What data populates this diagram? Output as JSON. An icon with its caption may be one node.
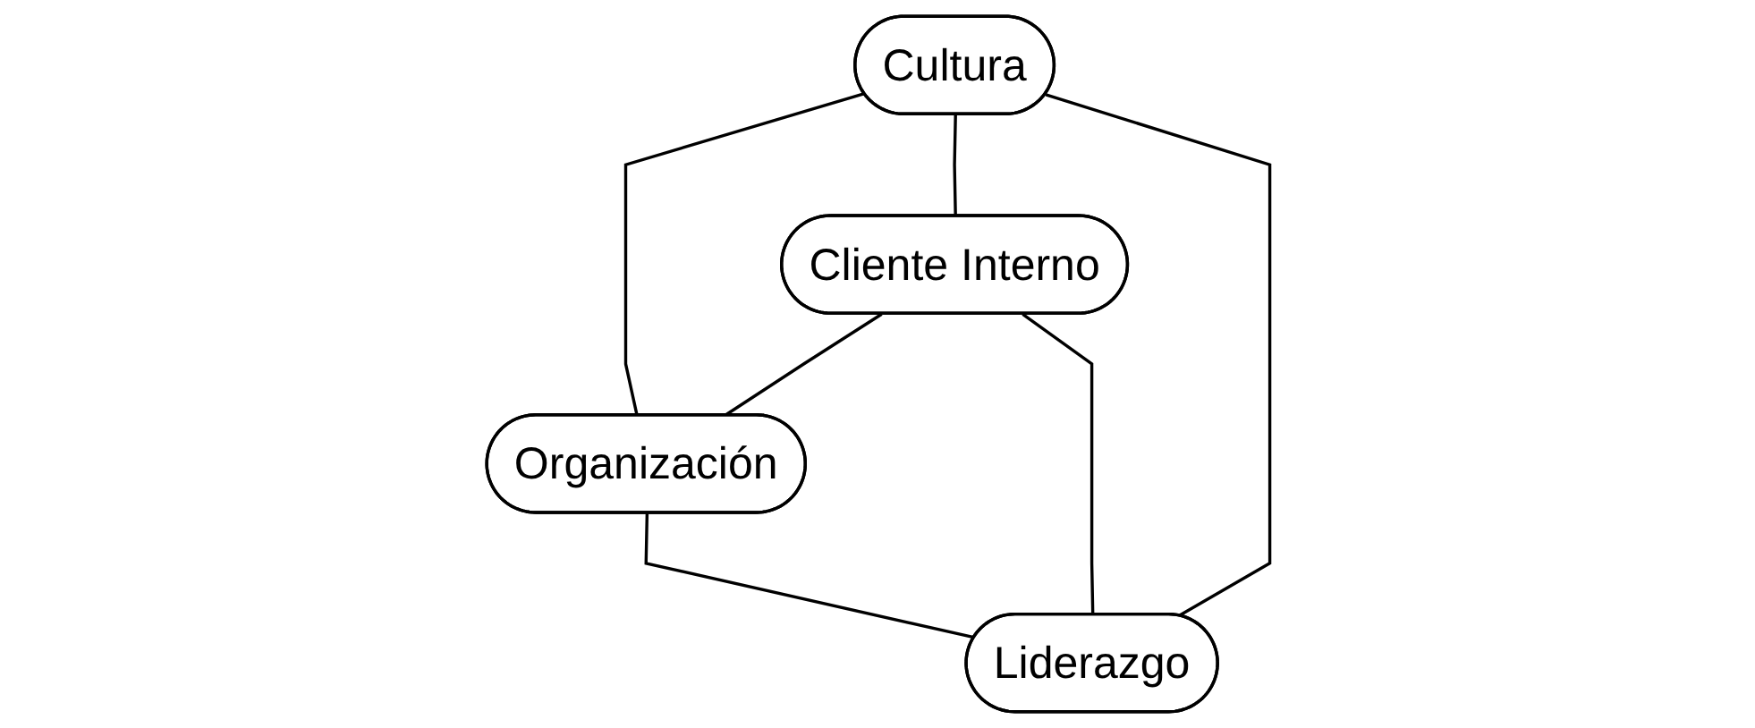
{
  "diagram": {
    "nodes": [
      {
        "text": [
          "Cultura"
        ]
      },
      {
        "text": [
          "Cliente Interno"
        ]
      },
      {
        "text": [
          "Organización"
        ]
      },
      {
        "text": [
          "Liderazgo"
        ]
      }
    ],
    "edges": [
      {
        "from": 0,
        "to": 2,
        "arrow": "none"
      },
      {
        "from": 0,
        "to": 1,
        "arrow": "none"
      },
      {
        "from": 0,
        "to": 3,
        "arrow": "none"
      },
      {
        "from": 1,
        "to": 2,
        "arrow": "none"
      },
      {
        "from": 1,
        "to": 3,
        "arrow": "none"
      },
      {
        "from": 2,
        "to": 3,
        "arrow": "none"
      }
    ]
  }
}
